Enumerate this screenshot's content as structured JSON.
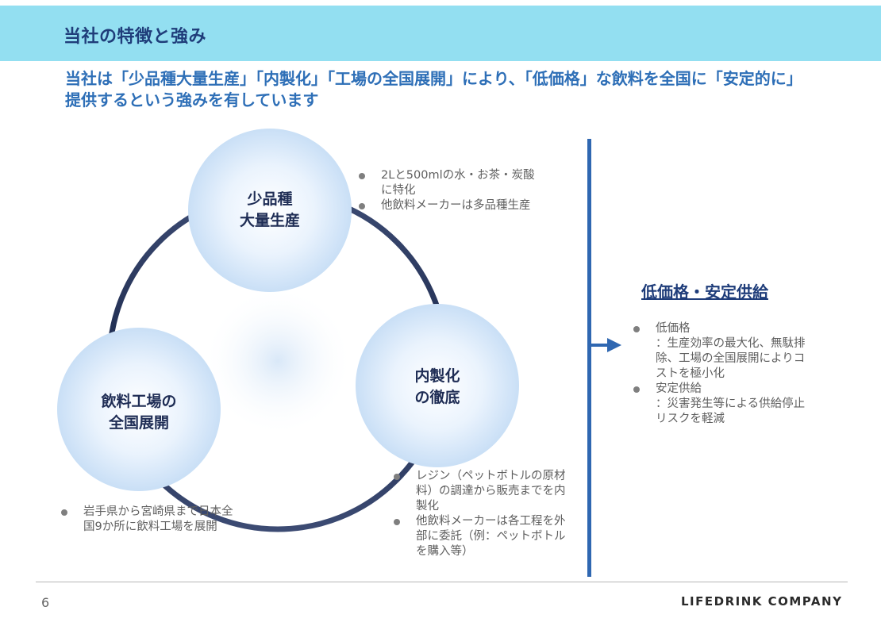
{
  "header": {
    "title": "当社の特徴と強み",
    "lead": "当社は「少品種大量生産」「内製化」「工場の全国展開」により、「低価格」な飲料を全国に「安定的に」提供するという強みを有しています"
  },
  "circles": [
    {
      "line1": "少品種",
      "line2": "大量生産"
    },
    {
      "line1": "内製化",
      "line2": "の徹底"
    },
    {
      "line1": "飲料工場の",
      "line2": "全国展開"
    }
  ],
  "notes": {
    "top": [
      "2Lと500mlの水・お茶・炭酸に特化",
      "他飲料メーカーは多品種生産"
    ],
    "right": [
      "レジン（ペットボトルの原材料）の調達から販売までを内製化",
      "他飲料メーカーは各工程を外部に委託（例：ペットボトルを購入等）"
    ],
    "left": [
      "岩手県から宮崎県まで日本全国9か所に飲料工場を展開"
    ]
  },
  "summary": {
    "title": "低価格・安定供給",
    "items": [
      {
        "label": "低価格",
        "detail": "：生産効率の最大化、無駄排除、工場の全国展開によりコストを極小化"
      },
      {
        "label": "安定供給",
        "detail": "：災害発生等による供給停止リスクを軽減"
      }
    ]
  },
  "footer": {
    "page_number": "6",
    "logo": "LIFEDRINK COMPANY"
  },
  "colors": {
    "header_band": "#93dff1",
    "accent_blue": "#2f67b1",
    "title_navy": "#1f3d7a"
  }
}
